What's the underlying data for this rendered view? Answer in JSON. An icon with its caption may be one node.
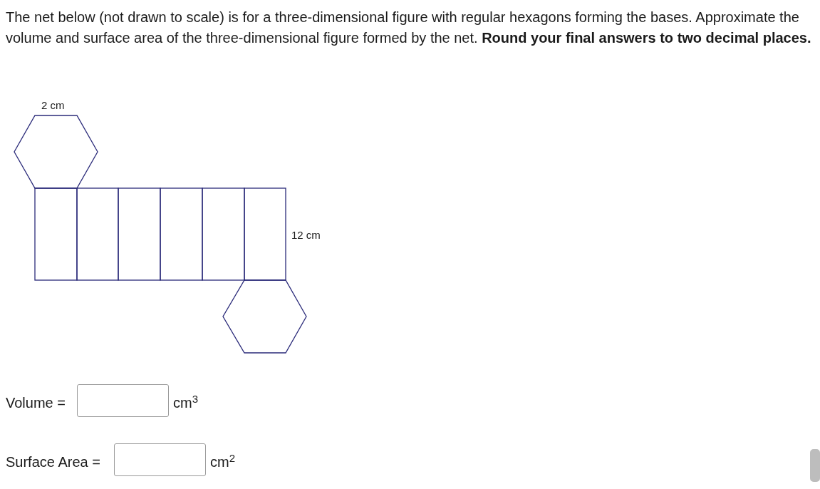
{
  "diagram": {
    "title": "The net below (not drawn to scale) is for a three-dimensional figure with regular hexagons forming the bases. Approximate the volume and surface area of the three-dimensional figure formed by the net. **Round your final answers to two decimal places.**",
    "labels": [
      "2 cm",
      "12 cm",
      "Volume =",
      "cm$^{3}$",
      "Surface Area =",
      "cm$^{2}$"
    ]
  }
}
